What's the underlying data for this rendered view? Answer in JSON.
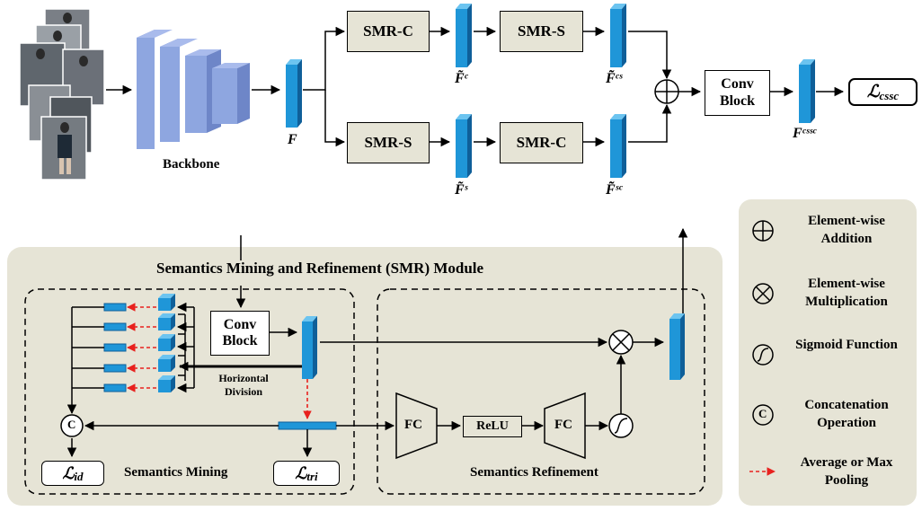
{
  "top": {
    "backbone_label": "Backbone",
    "smr_c": "SMR-C",
    "smr_s": "SMR-S",
    "conv_block": "Conv Block",
    "feature_f": "F",
    "feature_fc": "F̃ᶜ",
    "feature_fs": "F̃ˢ",
    "feature_fcs": "F̃̃ᶜˢ",
    "feature_fsc": "F̃̃ˢᶜ",
    "feature_fcssc": "Fᶜˢˢᶜ",
    "loss_cssc": "ℒ",
    "loss_cssc_sub": "cssc"
  },
  "module": {
    "title": "Semantics Mining and Refinement (SMR) Module",
    "conv_block": "Conv Block",
    "horizontal_division": "Horizontal Division",
    "concat_symbol": "C",
    "loss_id": "ℒ",
    "loss_id_sub": "id",
    "loss_tri": "ℒ",
    "loss_tri_sub": "tri",
    "mining_label": "Semantics Mining",
    "refinement_label": "Semantics Refinement",
    "fc1": "FC",
    "relu": "ReLU",
    "fc2": "FC"
  },
  "legend": {
    "items": [
      {
        "symbol": "plus-circle",
        "text": "Element-wise Addition"
      },
      {
        "symbol": "times-circle",
        "text": "Element-wise Multiplication"
      },
      {
        "symbol": "sigmoid-circle",
        "text": "Sigmoid Function"
      },
      {
        "symbol": "c-circle",
        "text": "Concatenation Operation"
      },
      {
        "symbol": "red-dashed-arrow",
        "text": "Average or Max Pooling"
      }
    ]
  },
  "colors": {
    "panel": "#e6e4d6",
    "feature_blue": "#1f96d8",
    "feature_dark": "#0f5f99",
    "backbone": "#8ea6e0",
    "pool_arrow": "#e8211e"
  }
}
